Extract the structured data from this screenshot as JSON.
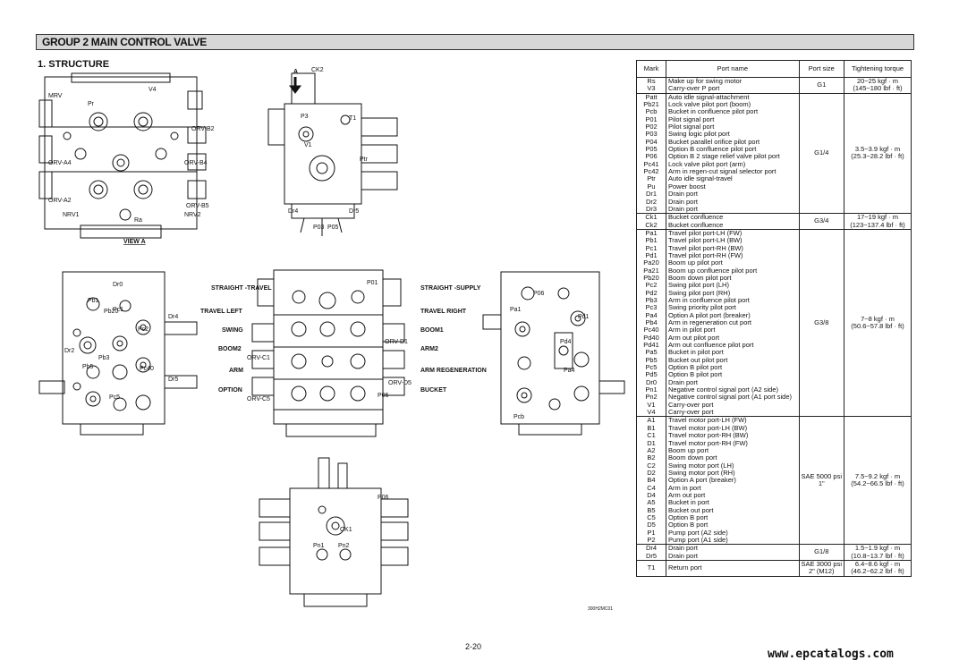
{
  "header": {
    "title": "GROUP  2  MAIN CONTROL VALVE"
  },
  "section": {
    "title": "1. STRUCTURE"
  },
  "diagram": {
    "view_a_label": "VIEW A",
    "arrow_label": "A",
    "drawing_code": "300H2MC01",
    "callouts_left": [
      "STRAIGHT -TRAVEL",
      "TRAVEL LEFT",
      "SWING",
      "BOOM2",
      "ARM",
      "OPTION"
    ],
    "callouts_right": [
      "STRAIGHT -SUPPLY",
      "TRAVEL RIGHT",
      "BOOM1",
      "ARM2",
      "ARM REGENERATION",
      "BUCKET"
    ],
    "small_labels": {
      "top_left": [
        "MRV",
        "V4",
        "Pr",
        "ORV-B2",
        "ORV-A4",
        "ORV-B4",
        "ORV-A2",
        "ORV-B5",
        "NRV1",
        "NRV2",
        "Ra"
      ],
      "top_center": [
        "CK2",
        "P3",
        "T1",
        "V1",
        "Ptr",
        "Dr4",
        "Dr5",
        "P03",
        "P05"
      ],
      "mid_left": [
        "Dr0",
        "Pb1",
        "Pc1",
        "Pb20",
        "Pc2",
        "Dr4",
        "Dr2",
        "Pb3",
        "Pc40",
        "Pb5",
        "Pc5",
        "Dr5"
      ],
      "mid_center": [
        "P01",
        "ORV-C1",
        "ORV-C5",
        "ORV-D1",
        "ORV-D5",
        "P06"
      ],
      "mid_right": [
        "P06",
        "Pa1",
        "Pd1",
        "Pd4",
        "Pa4",
        "Pcb"
      ],
      "bottom": [
        "P06",
        "CK1",
        "Pn1",
        "Pn2"
      ]
    }
  },
  "table": {
    "headers": {
      "mark": "Mark",
      "port_name": "Port name",
      "port_size": "Port size",
      "torque": "Tightening torque"
    },
    "groups": [
      {
        "marks": [
          "Rs",
          "V3"
        ],
        "names": [
          "Make up for swing motor",
          "Carry-over P port"
        ],
        "size": [
          "G1"
        ],
        "torque": [
          "20~25 kgf · m",
          "(145~180 lbf · ft)"
        ]
      },
      {
        "marks": [
          "Patt",
          "Pb21",
          "Pcb",
          "P01",
          "P02",
          "P03",
          "P04",
          "P05",
          "P06",
          "Pc41",
          "Pc42",
          "Ptr",
          "Pu",
          "Dr1",
          "Dr2",
          "Dr3"
        ],
        "names": [
          "Auto idle signal-attachment",
          "Lock valve pilot port (boom)",
          "Bucket in confluence pilot port",
          "Pilot signal port",
          "Pilot signal port",
          "Swing logic pilot port",
          "Bucket parallel orifice pilot port",
          "Option B confluence pilot port",
          "Option B 2 stage relief valve pilot port",
          "Lock valve pilot port (arm)",
          "Arm in regen-cut signal selector port",
          "Auto idle signal-travel",
          "Power boost",
          "Drain port",
          "Drain port",
          "Drain port"
        ],
        "size": [
          "G1/4"
        ],
        "torque": [
          "3.5~3.9 kgf · m",
          "(25.3~28.2 lbf · ft)"
        ]
      },
      {
        "marks": [
          "Ck1",
          "Ck2"
        ],
        "names": [
          "Bucket confluence",
          "Bucket confluence"
        ],
        "size": [
          "G3/4"
        ],
        "torque": [
          "17~19 kgf · m",
          "(123~137.4 lbf · ft)"
        ]
      },
      {
        "marks": [
          "Pa1",
          "Pb1",
          "Pc1",
          "Pd1",
          "Pa20",
          "Pa21",
          "Pb20",
          "Pc2",
          "Pd2",
          "Pb3",
          "Pc3",
          "Pa4",
          "Pb4",
          "Pc40",
          "Pd40",
          "Pd41",
          "Pa5",
          "Pb5",
          "Pc5",
          "Pd5",
          "Dr0",
          "Pn1",
          "Pn2",
          "V1",
          "V4"
        ],
        "names": [
          "Travel pilot port-LH (FW)",
          "Travel pilot port-LH (BW)",
          "Travel pilot port-RH (BW)",
          "Travel pilot port-RH (FW)",
          "Boom up pilot port",
          "Boom up confluence pilot port",
          "Boom down pilot port",
          "Swing pilot port (LH)",
          "Swing pilot port (RH)",
          "Arm in confluence pilot port",
          "Swing priority pilot port",
          "Option A pilot port (breaker)",
          "Arm in regeneration cut port",
          "Arm in pilot port",
          "Arm out pilot port",
          "Arm out confluence pilot port",
          "Bucket in pilot port",
          "Bucket out pilot port",
          "Option B pilot port",
          "Option B pilot port",
          "Drain port",
          "Negative control signal port (A2 side)",
          "Negative control signal port (A1 port side)",
          "Carry-over port",
          "Carry-over port"
        ],
        "size": [
          "G3/8"
        ],
        "torque": [
          "7~8 kgf · m",
          "(50.6~57.8 lbf · ft)"
        ]
      },
      {
        "marks": [
          "A1",
          "B1",
          "C1",
          "D1",
          "A2",
          "B2",
          "C2",
          "D2",
          "B4",
          "C4",
          "D4",
          "A5",
          "B5",
          "C5",
          "D5",
          "P1",
          "P2"
        ],
        "names": [
          "Travel motor port-LH (FW)",
          "Travel motor port-LH (BW)",
          "Travel motor port-RH (BW)",
          "Travel motor port-RH (FW)",
          "Boom up port",
          "Boom down port",
          "Swing motor port (LH)",
          "Swing motor port (RH)",
          "Option A port (breaker)",
          "Arm in port",
          "Arm out port",
          "Bucket in port",
          "Bucket out port",
          "Option B port",
          "Option B port",
          "Pump port (A2 side)",
          "Pump port (A1 side)"
        ],
        "size": [
          "SAE 5000 psi",
          "1\""
        ],
        "torque": [
          "7.5~9.2 kgf · m",
          "(54.2~66.5 lbf · ft)"
        ]
      },
      {
        "marks": [
          "Dr4",
          "Dr5"
        ],
        "names": [
          "Drain port",
          "Drain port"
        ],
        "size": [
          "G1/8"
        ],
        "torque": [
          "1.5~1.9 kgf · m",
          "(10.8~13.7 lbf · ft)"
        ]
      },
      {
        "marks": [
          "T1"
        ],
        "names": [
          "Return port"
        ],
        "size": [
          "SAE 3000 psi",
          "2\" (M12)"
        ],
        "torque": [
          "6.4~8.6 kgf · m",
          "(46.2~62.2 lbf · ft)"
        ]
      }
    ]
  },
  "footer": {
    "page": "2-20",
    "watermark": "www.epcatalogs.com"
  }
}
